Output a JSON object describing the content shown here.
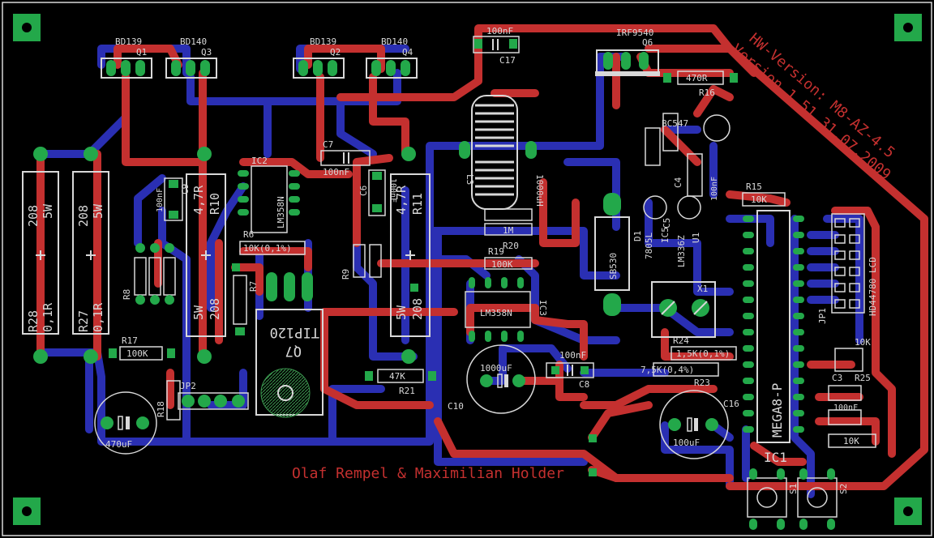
{
  "board": {
    "hw_version": "HW-Version: M8-AZ-4.5",
    "version_line": "Version 1.51   31.07.2009",
    "authors": "Olaf Rempel & Maximilian Holder",
    "colors": {
      "background": "#000000",
      "top_copper": "#c4302f",
      "bottom_copper": "#2a2fb3",
      "pad": "#23a84a",
      "silk": "#d8d8d8",
      "text_red": "#c4302f"
    }
  },
  "components": {
    "q1": {
      "type": "BD139",
      "ref": "Q1"
    },
    "q3": {
      "type": "BD140",
      "ref": "Q3"
    },
    "q2": {
      "type": "BD139",
      "ref": "Q2"
    },
    "q4": {
      "type": "BD140",
      "ref": "Q4"
    },
    "q6": {
      "type": "IRF9540",
      "ref": "Q6"
    },
    "q7": {
      "type": "TIP120",
      "ref": "Q7"
    },
    "c17": {
      "value": "100nF",
      "ref": "C17"
    },
    "c7": {
      "value": "100nF",
      "ref": "C7"
    },
    "c9": {
      "value": "100nF",
      "ref": "C9"
    },
    "c6": {
      "value": "100nF",
      "ref": "C6"
    },
    "c8": {
      "value": "100nF",
      "ref": "C8"
    },
    "c10": {
      "value": "1000uF",
      "ref": "C10"
    },
    "c16": {
      "value": "100uF",
      "ref": "C16"
    },
    "c_470": {
      "value": "470uF"
    },
    "l1": {
      "value": "1000uH",
      "ref": "L3"
    },
    "r28": {
      "value1": "208",
      "value2": "5W",
      "value3": "0,1R",
      "ref": "R28"
    },
    "r27": {
      "value1": "208",
      "value2": "5W",
      "value3": "0,1R",
      "ref": "R27"
    },
    "r10": {
      "value": "4,7R",
      "ref": "R10",
      "extra1": "5W",
      "extra2": "208"
    },
    "r11": {
      "value": "4,7R",
      "ref": "R11",
      "extra1": "5W",
      "extra2": "208"
    },
    "r16": {
      "value": "470R",
      "ref": "R16"
    },
    "r15": {
      "value": "10K",
      "ref": "R15"
    },
    "r17": {
      "value": "100K",
      "ref": "R17"
    },
    "r6": {
      "value": "10K(0,1%)",
      "ref": "R6"
    },
    "r19": {
      "value": "100K",
      "ref": "R19"
    },
    "r20": {
      "value": "1M",
      "ref": "R20"
    },
    "r21": {
      "value": "47K",
      "ref": "R21"
    },
    "r23": {
      "value": "1,5K(0,1%)",
      "value2": "7,5K(0,4%)",
      "ref": "R23",
      "ref2": "R24"
    },
    "r25": {
      "value": "10K",
      "ref": "R25"
    },
    "r_10k": {
      "value": "10K"
    },
    "ic1": {
      "type": "MEGA8-P",
      "ref": "IC1"
    },
    "ic2": {
      "type": "LM358N",
      "ref": "IC2"
    },
    "ic3": {
      "type": "LM358N",
      "ref": "IC3"
    },
    "ic5": {
      "type": "7805L",
      "ref": "IC5"
    },
    "u1": {
      "type": "LM336Z",
      "ref": "U1"
    },
    "d1": {
      "type": "SB530",
      "ref": "D1"
    },
    "x1": {
      "ref": "X1"
    },
    "lcd": {
      "type": "HD44780 LCD"
    },
    "jp1": {
      "ref": "JP1"
    },
    "jp2": {
      "ref": "JP2"
    },
    "s1": {
      "ref": "S1"
    },
    "s2": {
      "ref": "S2"
    },
    "c3": {
      "ref": "C3"
    },
    "c4": {
      "ref": "C4"
    },
    "c5": {
      "ref": "C5"
    },
    "r8": {
      "ref": "R8"
    },
    "r9": {
      "ref": "R9"
    },
    "r7": {
      "ref": "R7"
    },
    "r18": {
      "ref": "R18"
    },
    "bc547": {
      "type": "BC547"
    },
    "c1_label": {
      "value": "100nF"
    },
    "c2_label": {
      "value": "100nF"
    }
  }
}
